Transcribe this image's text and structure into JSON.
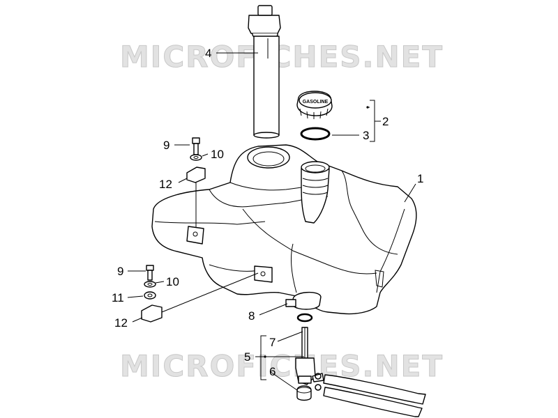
{
  "watermark": "MICROFICHES.NET",
  "cap_text": "GASOLINE",
  "callouts": {
    "c1": "1",
    "c2": "2",
    "c3": "3",
    "c4": "4",
    "c5": "5",
    "c6": "6",
    "c7": "7",
    "c8": "8",
    "c9a": "9",
    "c9b": "9",
    "c10a": "10",
    "c10b": "10",
    "c11": "11",
    "c12a": "12",
    "c12b": "12"
  }
}
